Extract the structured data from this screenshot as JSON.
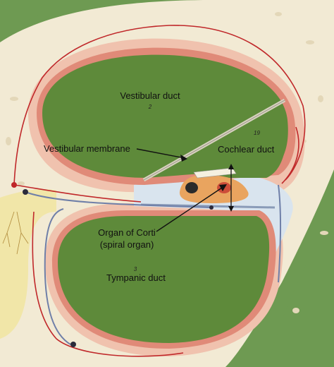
{
  "labels": {
    "vestibular_duct": "Vestibular duct",
    "vestibular_duct_num": "2",
    "vestibular_membrane": "Vestibular membrane",
    "cochlear_duct": "Cochlear duct",
    "cochlear_duct_num": "19",
    "organ_of_corti_line1": "Organ of Corti",
    "organ_of_corti_line2": "(spiral organ)",
    "tympanic_duct": "Tympanic duct",
    "tympanic_duct_num": "3"
  },
  "colors": {
    "background_green": "#6e9a52",
    "duct_green": "#5e8a3a",
    "bone_cream": "#f2ead4",
    "membrane_pink": "#e08a78",
    "pale_pink": "#f0c2ae",
    "vessel_red": "#c0282a",
    "nerve_blue": "#6f7fa8",
    "nerve_yellow": "#f1e6a8"
  }
}
